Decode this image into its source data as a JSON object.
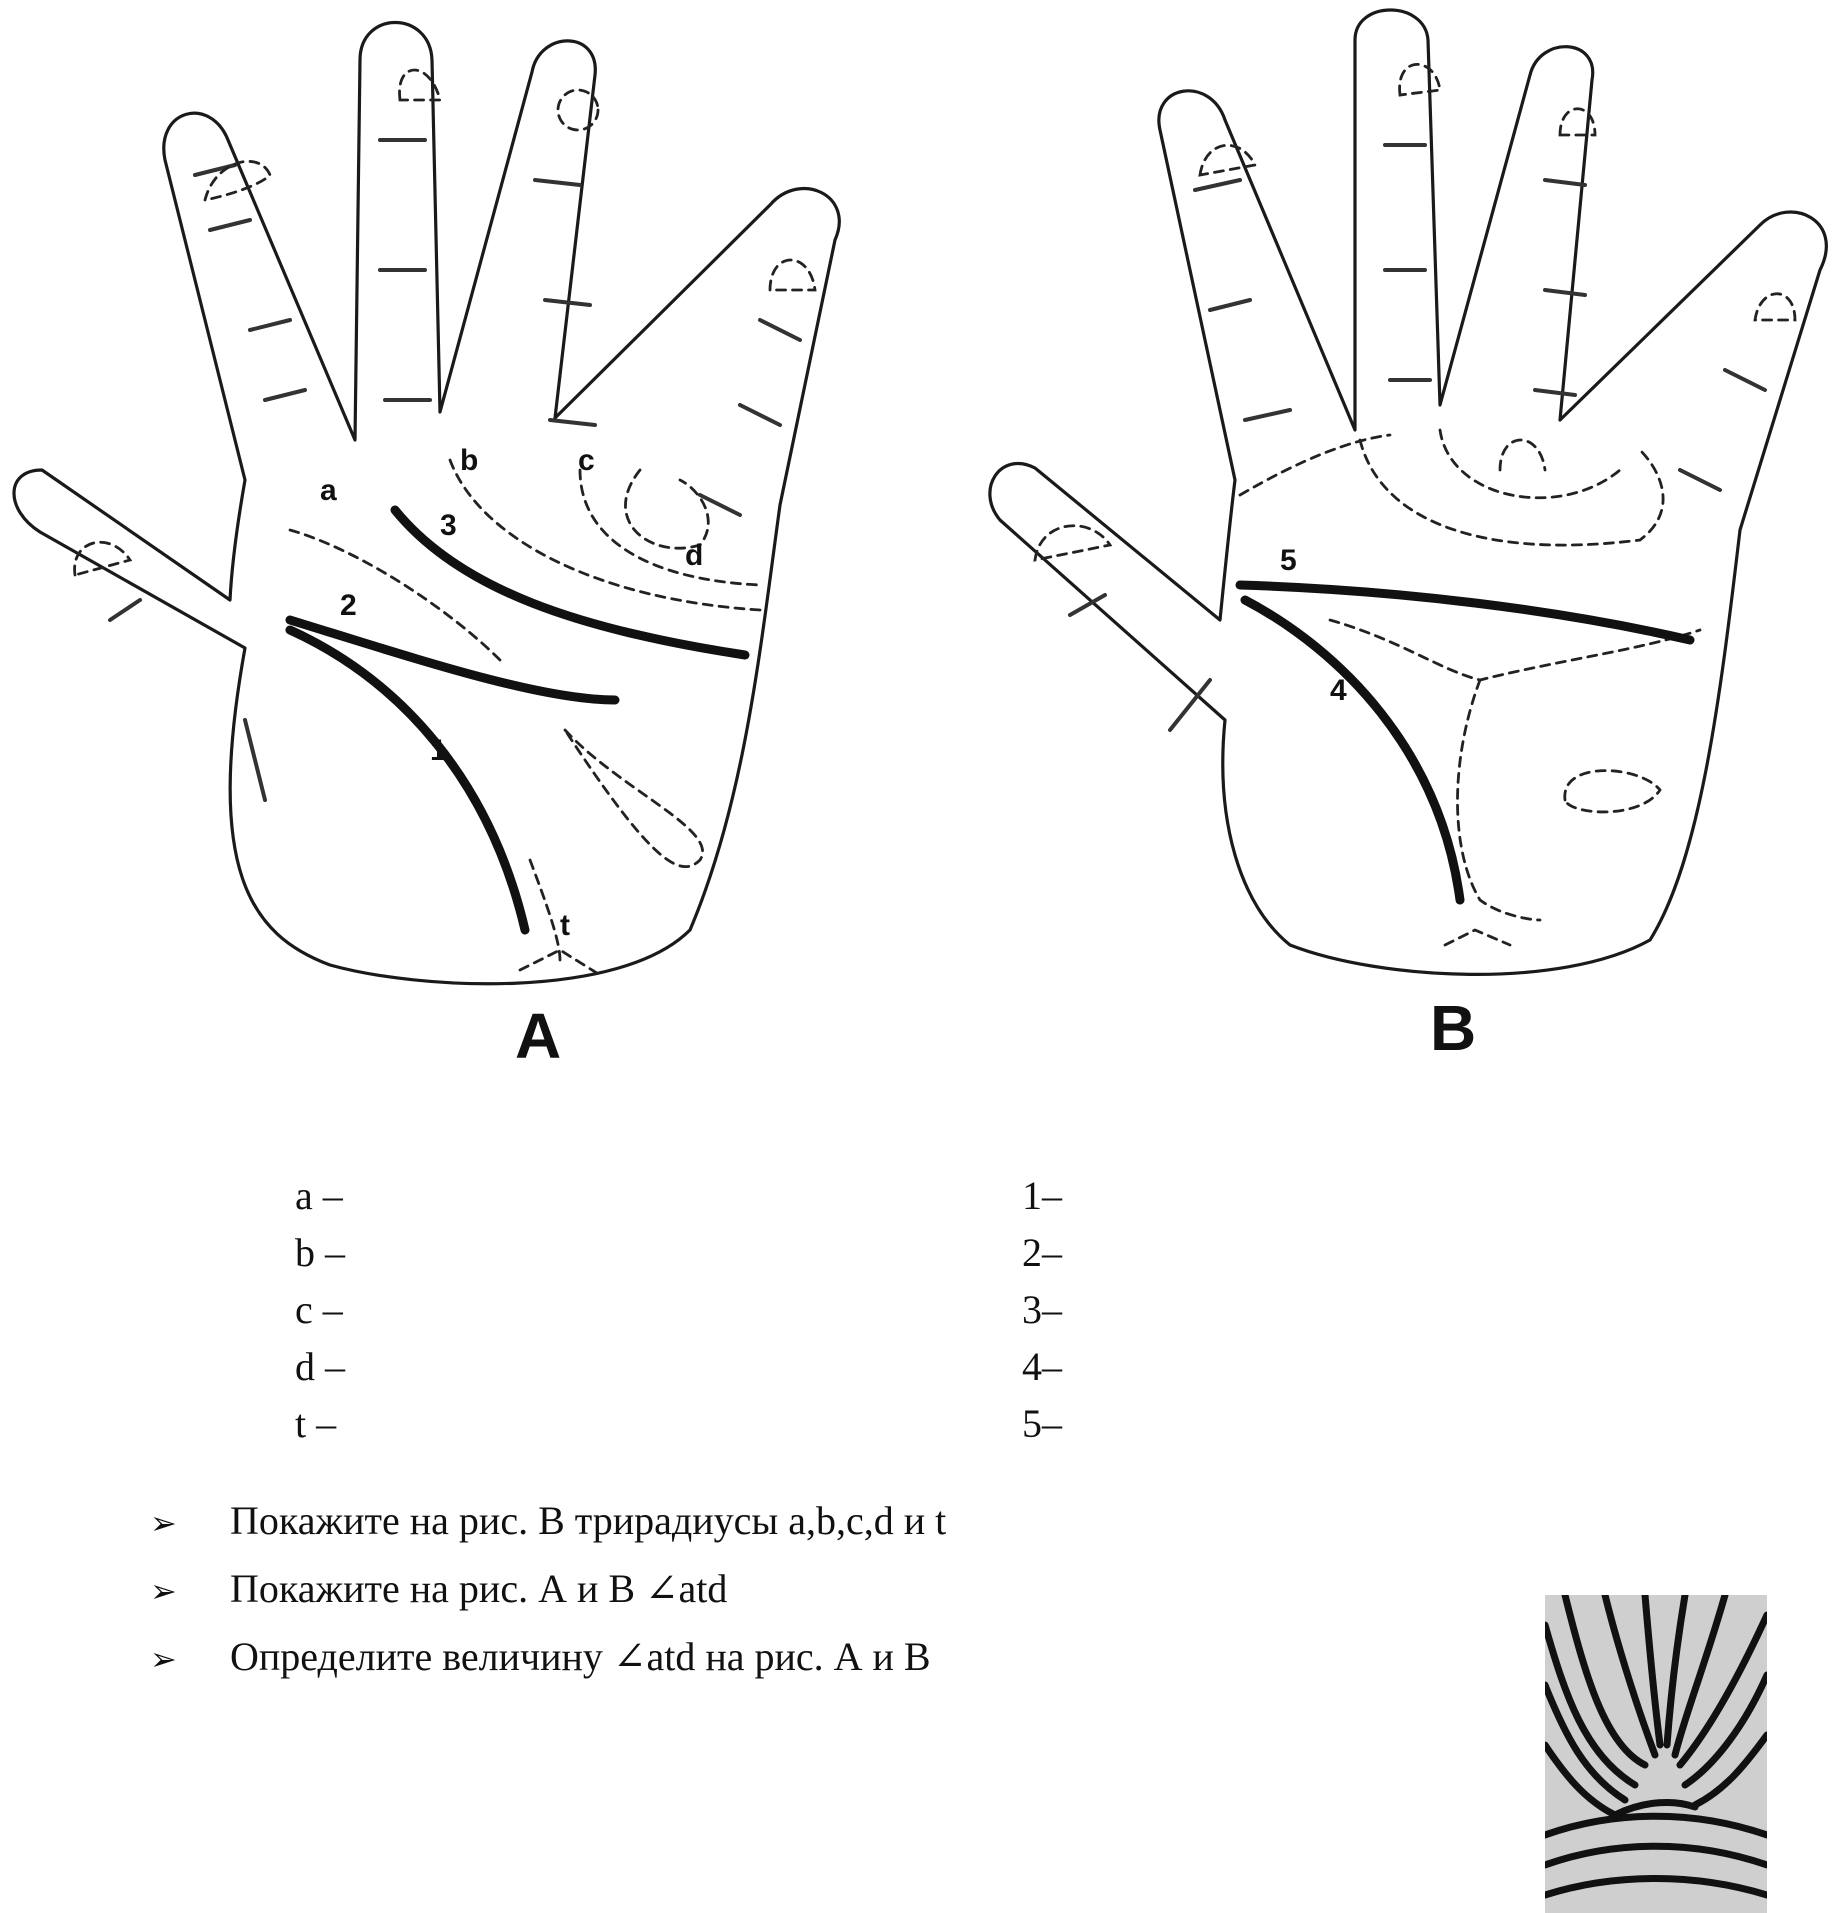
{
  "figure_a": {
    "caption": "A",
    "triradius_labels": [
      "a",
      "b",
      "c",
      "d",
      "t"
    ],
    "line_labels": [
      "1",
      "2",
      "3"
    ]
  },
  "figure_b": {
    "caption": "B",
    "line_labels": [
      "4",
      "5"
    ]
  },
  "legend_left": [
    "a –",
    "b –",
    "c –",
    "d –",
    "t –"
  ],
  "legend_right": [
    "1–",
    "2–",
    "3–",
    "4–",
    "5–"
  ],
  "tasks": [
    "Покажите на рис. В трирадиусы a,b,c,d и t",
    "Покажите на рис. А и В ∠atd",
    "Определите  величину ∠atd на рис. А и В"
  ],
  "bullet_icon": "arrow-bullet-icon"
}
